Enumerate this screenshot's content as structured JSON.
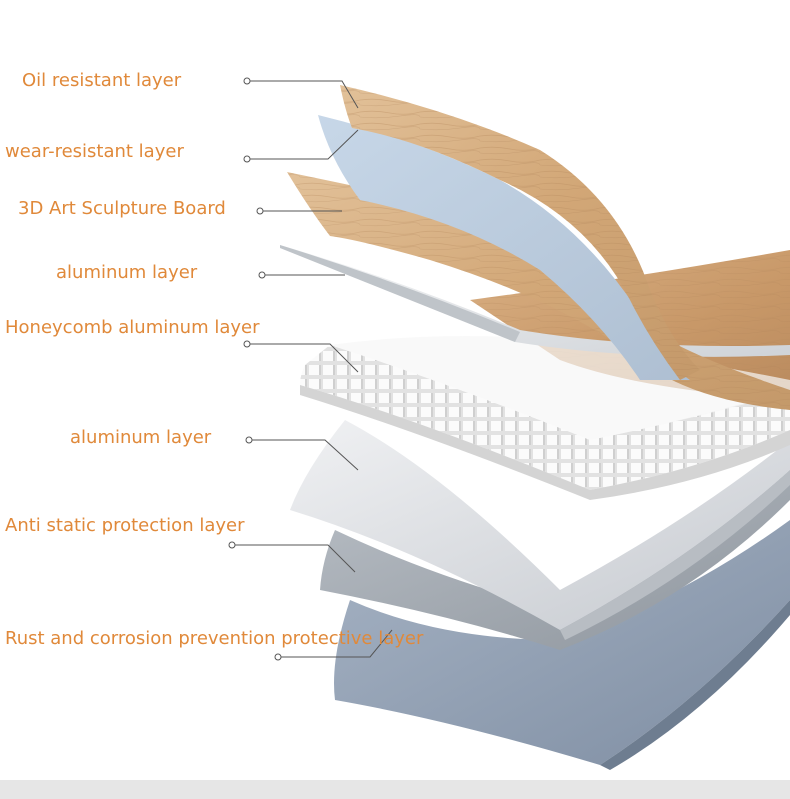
{
  "layers": [
    {
      "id": "oil",
      "label": "Oil resistant layer"
    },
    {
      "id": "wear",
      "label": "wear-resistant layer"
    },
    {
      "id": "sculpture",
      "label": "3D Art Sculpture Board"
    },
    {
      "id": "aluminum-top",
      "label": "aluminum layer"
    },
    {
      "id": "honeycomb",
      "label": "Honeycomb aluminum layer"
    },
    {
      "id": "aluminum-bottom",
      "label": "aluminum layer"
    },
    {
      "id": "antistatic",
      "label": "Anti static protection layer"
    },
    {
      "id": "rust",
      "label": "Rust and corrosion prevention protective layer"
    }
  ],
  "colors": {
    "label_text": "#e0893a",
    "leader_line": "#555555",
    "wood_light": "#d8b48a",
    "wood_dark": "#b8895c",
    "film_blue": "#c9d6e3",
    "aluminum_silver": "#e4e7ea",
    "honeycomb_white": "#f2f2f2",
    "protect_gray": "#9aa3ad",
    "protect_blue": "#8d9db2"
  }
}
